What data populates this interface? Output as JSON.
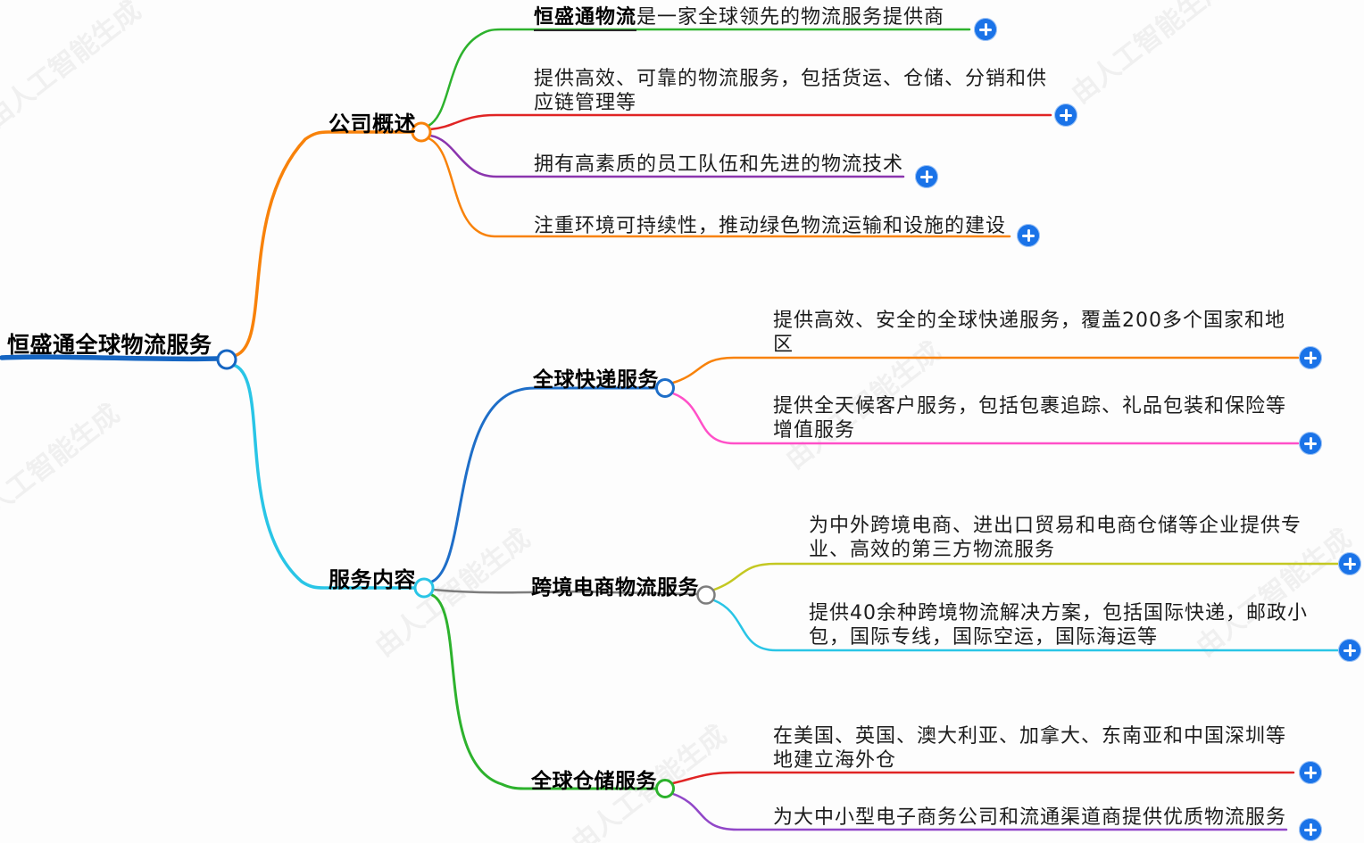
{
  "watermark": "由人工智能生成",
  "colors": {
    "root_blue": "#1565c2",
    "company_orange": "#f8820a",
    "service_cyan": "#29c5e6",
    "express_blue": "#1e6ec8",
    "crossborder_gray": "#7d7d7d",
    "warehouse_green": "#2db22d",
    "leaf_green": "#2db22d",
    "leaf_red": "#e02424",
    "leaf_purple": "#8b35ae",
    "leaf_orange": "#f8820a",
    "leaf_pink": "#ff50c8",
    "leaf_yellow": "#c4c822",
    "leaf_cyan": "#29c5e6",
    "leaf_red2": "#e02424",
    "leaf_purple2": "#9147c8",
    "plus_blue": "#1a73e8",
    "text_dark": "#1c1c1c"
  },
  "mindmap": {
    "root": {
      "label": "恒盛通全球物流服务"
    },
    "company": {
      "label": "公司概述",
      "points": {
        "p1_bold": "恒盛通物流",
        "p1_rest": "是一家全球领先的物流服务提供商",
        "p2": "提供高效、可靠的物流服务，包括货运、仓储、分销和供\n应链管理等",
        "p3": "拥有高素质的员工队伍和先进的物流技术",
        "p4": "注重环境可持续性，推动绿色物流运输和设施的建设"
      }
    },
    "services": {
      "label": "服务内容",
      "express": {
        "label": "全球快递服务",
        "p1": "提供高效、安全的全球快递服务，覆盖200多个国家和地\n区",
        "p2": "提供全天候客户服务，包括包裹追踪、礼品包装和保险等\n增值服务"
      },
      "crossborder": {
        "label": "跨境电商物流服务",
        "p1": "为中外跨境电商、进出口贸易和电商仓储等企业提供专\n业、高效的第三方物流服务",
        "p2": "提供40余种跨境物流解决方案，包括国际快递，邮政小\n包，国际专线，国际空运，国际海运等"
      },
      "warehouse": {
        "label": "全球仓储服务",
        "p1": "在美国、英国、澳大利亚、加拿大、东南亚和中国深圳等\n地建立海外仓",
        "p2": "为大中小型电子商务公司和流通渠道商提供优质物流服务"
      }
    }
  }
}
